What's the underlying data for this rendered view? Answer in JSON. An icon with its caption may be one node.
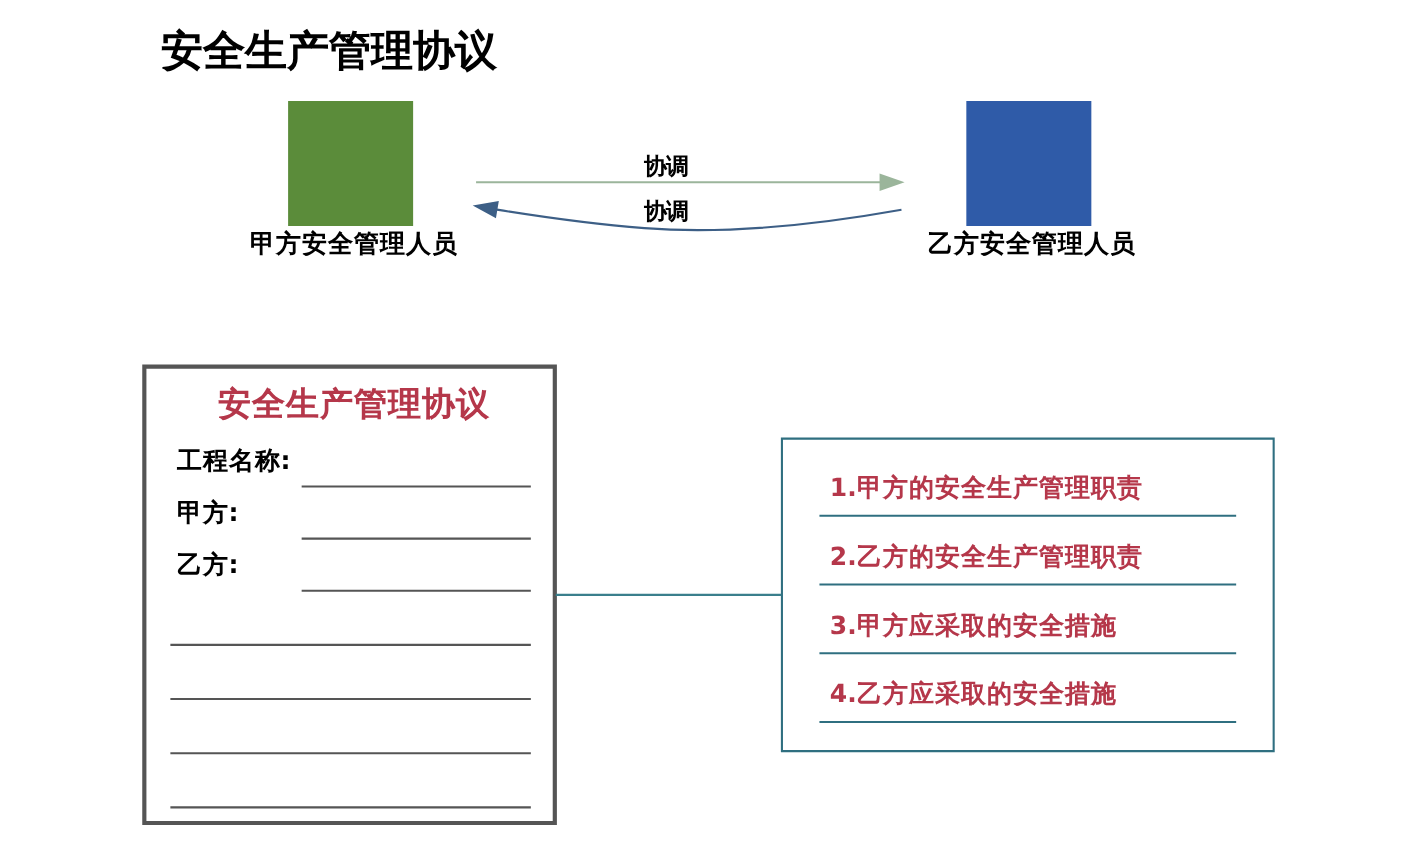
{
  "diagram": {
    "title": "安全生产管理协议",
    "nodes": [
      {
        "text": [
          "安全生产管理协议",
          "工程名称:",
          "甲方:",
          "乙方:"
        ]
      },
      {
        "text": [
          "1.甲方的安全生产管理职责",
          "2.乙方的安全生产管理职责",
          "3.甲方应采取的安全措施",
          "4.乙方应采取的安全措施"
        ]
      },
      {
        "text": [
          "甲方安全管理人员"
        ]
      },
      {
        "text": [
          "乙方安全管理人员"
        ]
      }
    ],
    "edges": [
      {
        "from": 0,
        "to": 1,
        "arrow": "none",
        "color": "#3a7f8c"
      },
      {
        "from": 2,
        "to": 3,
        "arrow": "to",
        "label": "协调",
        "color": "#9bb59b"
      },
      {
        "from": 3,
        "to": 2,
        "arrow": "to",
        "label": "协调",
        "color": "#3d5f86"
      }
    ]
  }
}
